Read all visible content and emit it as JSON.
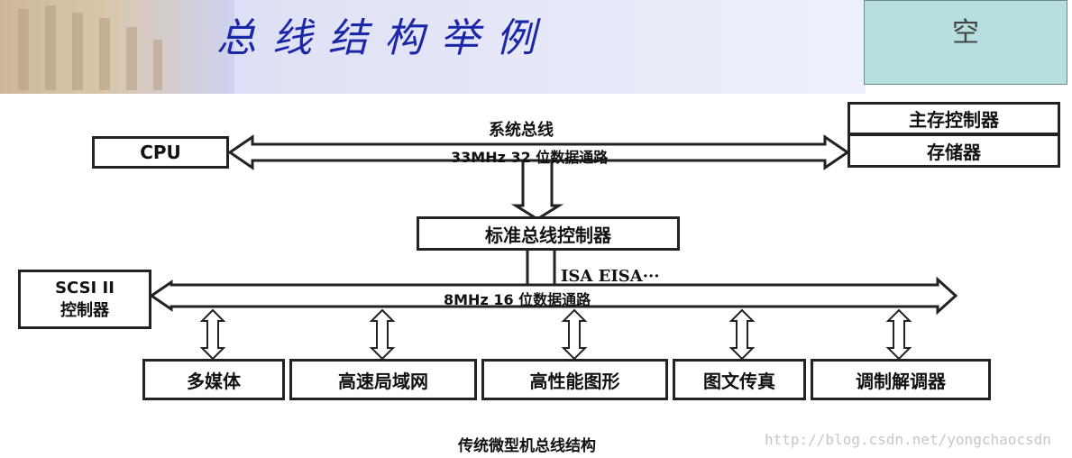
{
  "header": {
    "title": "总线结构举例"
  },
  "notes_box": {
    "text": "空"
  },
  "diagram": {
    "system_bus": {
      "name": "系统总线",
      "spec": "33MHz 32 位数据通路"
    },
    "cpu": "CPU",
    "memory": {
      "controller": "主存控制器",
      "storage": "存储器"
    },
    "bridge": "标准总线控制器",
    "expansion_bus": {
      "type": "ISA EISA···",
      "spec": "8MHz 16 位数据通路"
    },
    "scsi": {
      "line1": "SCSI II",
      "line2": "控制器"
    },
    "devices": [
      "多媒体",
      "高速局域网",
      "高性能图形",
      "图文传真",
      "调制解调器"
    ]
  },
  "caption": "传统微型机总线结构",
  "watermark": "http://blog.csdn.net/yongchaocsdn"
}
